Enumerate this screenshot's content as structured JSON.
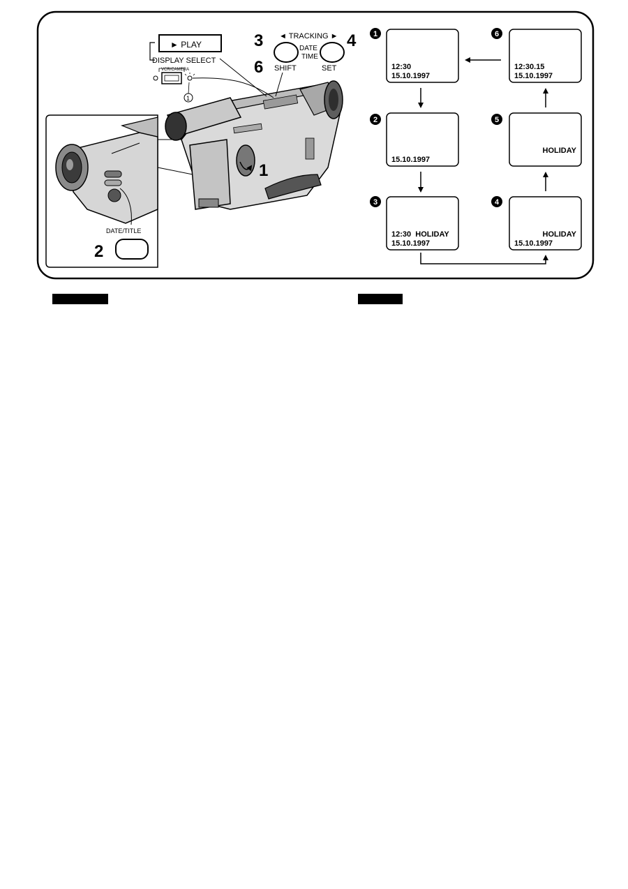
{
  "controls": {
    "play_label": "► PLAY",
    "display_select_label": "DISPLAY SELECT",
    "vcr_camera_label": "VCR/CAMERA",
    "indicator_marker": "1",
    "tracking_label": "◄ TRACKING ►",
    "date_time_label_line1": "DATE",
    "date_time_label_line2": "TIME",
    "shift_label": "SHIFT",
    "set_label": "SET",
    "date_title_label": "DATE/TITLE"
  },
  "steps": {
    "step1": "1",
    "step2": "2",
    "step3": "3",
    "step4": "4",
    "step6": "6"
  },
  "screens": [
    {
      "badge": "1",
      "line1": "12:30",
      "line2": "15.10.1997"
    },
    {
      "badge": "2",
      "line1": "",
      "line2": "15.10.1997"
    },
    {
      "badge": "3",
      "line1": "12:30  HOLIDAY",
      "line2": "15.10.1997"
    },
    {
      "badge": "4",
      "line1": "HOLIDAY",
      "line2": "15.10.1997"
    },
    {
      "badge": "5",
      "line1": "HOLIDAY",
      "line2": ""
    },
    {
      "badge": "6",
      "line1": "12:30.15",
      "line2": "15.10.1997"
    }
  ],
  "colors": {
    "ink": "#000000",
    "paper": "#ffffff",
    "body_gray": "#cfcfcf",
    "dark_gray": "#6a6a6a"
  }
}
